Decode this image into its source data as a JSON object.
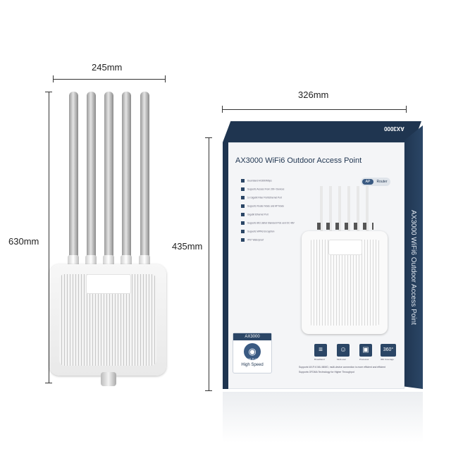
{
  "dimensions": {
    "width_label": "245mm",
    "height_label": "630mm",
    "box_width_label": "326mm",
    "box_height_label": "435mm"
  },
  "box": {
    "title": "AX3000 WiFi6 Outdoor Access Point",
    "top_label": "AX3000",
    "side_text": "AX3000 WiFi6 Outdoor Access Point",
    "mode_toggle": [
      "AP",
      "Router"
    ],
    "features": [
      "Dual Band AX3000Mbps",
      "Supports Access From 200+ Devices",
      "1x Gigabit Fiber Port/Ethernet Port",
      "Supports Router Mode and AP Mode",
      "Gigabit Ethernet Port",
      "Supports 802.3af/at Standard PoE and DC 48V",
      "Supports WPA3 Encryption",
      "IP67 Waterproof"
    ],
    "badge": {
      "model": "AX3000",
      "wifi": "Wi-Fi 6",
      "caption": "High Speed"
    },
    "icons": [
      {
        "name": "broadband-icon",
        "glyph": "≡",
        "caption": "Broadband"
      },
      {
        "name": "users-icon",
        "glyph": "☺",
        "caption": "Multi-user"
      },
      {
        "name": "chip-icon",
        "glyph": "▣",
        "caption": "Processor"
      },
      {
        "name": "coverage-icon",
        "glyph": "360°",
        "caption": "360 Coverage"
      }
    ],
    "footer_lines": [
      "Supports Wi-Fi 6 MU-MIMO, multi-device connection is more efficient and efficient",
      "Supports OFDMA Technology for Higher Throughput"
    ]
  },
  "colors": {
    "box_navy": "#1f3550",
    "box_accent": "#3a5a82"
  }
}
